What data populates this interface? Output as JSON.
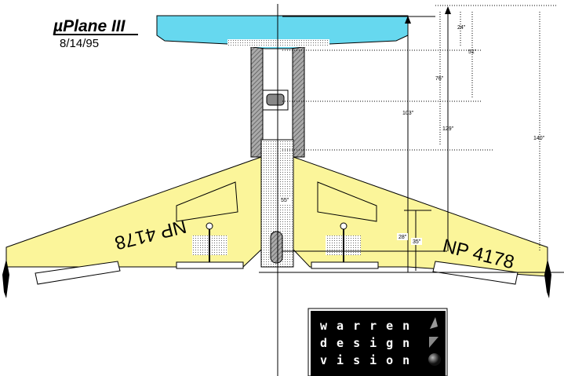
{
  "header": {
    "title": "µPlane III",
    "date": "8/14/95"
  },
  "aircraft": {
    "registration_right": "NP 4178",
    "registration_left": "NP 4178"
  },
  "dimensions": {
    "d24": "24\"",
    "d51": "51\"",
    "d76": "76\"",
    "d103": "103\"",
    "d129": "129\"",
    "d140": "140\"",
    "d55": "55\"",
    "d28": "28\"",
    "d35": "35\""
  },
  "logo": {
    "row1": [
      "w",
      "a",
      "r",
      "r",
      "e",
      "n"
    ],
    "row2": [
      "d",
      "e",
      "s",
      "i",
      "g",
      "n"
    ],
    "row3": [
      "v",
      "i",
      "s",
      "i",
      "o",
      "n"
    ]
  },
  "colors": {
    "wing": "#fbf59a",
    "stabilizer": "#66d8ef",
    "logo_bg": "#000000"
  }
}
